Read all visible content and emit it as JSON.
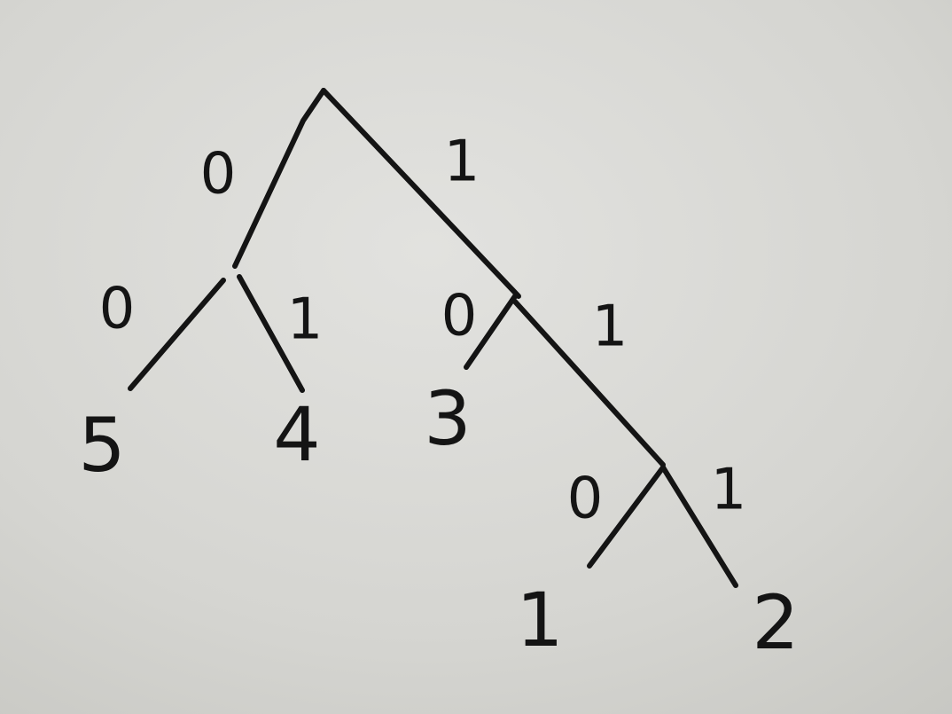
{
  "tree": {
    "edges": [
      {
        "id": "root-left",
        "label": "0"
      },
      {
        "id": "root-right",
        "label": "1"
      },
      {
        "id": "left-to-5",
        "label": "0"
      },
      {
        "id": "left-to-4",
        "label": "1"
      },
      {
        "id": "right-to-3",
        "label": "0"
      },
      {
        "id": "right-to-sub",
        "label": "1"
      },
      {
        "id": "sub-to-1",
        "label": "0"
      },
      {
        "id": "sub-to-2",
        "label": "1"
      }
    ],
    "leaves": [
      {
        "id": "leaf-5",
        "label": "5"
      },
      {
        "id": "leaf-4",
        "label": "4"
      },
      {
        "id": "leaf-3",
        "label": "3"
      },
      {
        "id": "leaf-1",
        "label": "1"
      },
      {
        "id": "leaf-2",
        "label": "2"
      }
    ]
  },
  "colors": {
    "board": "#d6d6d2",
    "marker": "#141414"
  }
}
